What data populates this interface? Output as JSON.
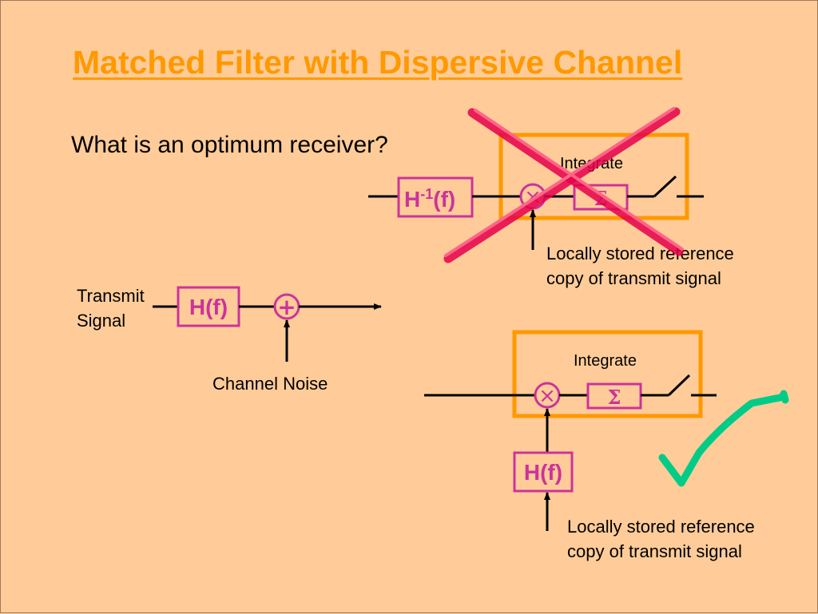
{
  "slide": {
    "title": "Matched Filter with Dispersive Channel",
    "question": "What is an optimum receiver?"
  },
  "top_receiver": {
    "filter_main": "H",
    "filter_sup": "-1",
    "filter_tail": "(f)",
    "integrate_label": "Integrate",
    "sum_symbol": "Σ",
    "mult_symbol": "×",
    "reference_line1": "Locally stored reference",
    "reference_line2": "copy of transmit signal",
    "verdict": "rejected"
  },
  "transmitter": {
    "input_line1": "Transmit",
    "input_line2": "Signal",
    "channel_label": "H(f)",
    "adder_symbol": "+",
    "noise_label": "Channel Noise"
  },
  "bottom_receiver": {
    "integrate_label": "Integrate",
    "sum_symbol": "Σ",
    "mult_symbol": "×",
    "filter_label": "H(f)",
    "reference_line1": "Locally stored reference",
    "reference_line2": "copy of transmit signal",
    "verdict": "approved"
  },
  "colors": {
    "background": "#ffcc99",
    "title": "#ff9900",
    "box_outline": "#ff9900",
    "system_block": "#cc3399",
    "cross_mark": "#ff3366",
    "check_mark": "#00cc88"
  }
}
